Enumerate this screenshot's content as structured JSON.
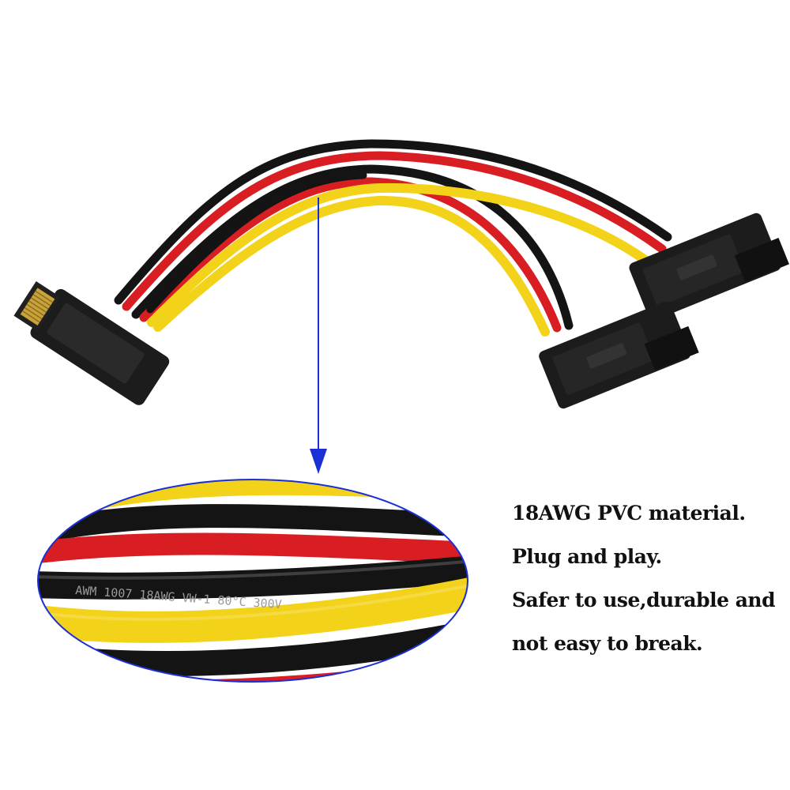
{
  "features": [
    "18AWG PVC material.",
    "Plug and play.",
    "Safer to use,durable and",
    "not easy to break."
  ],
  "cable_print": "AWM  1007  18AWG  VW-1  80°C  300V",
  "colors": {
    "wire_yellow": "#f3d21a",
    "wire_red": "#d81e23",
    "wire_black": "#141414",
    "connector": "#1c1c1c",
    "pins": "#c9a23a",
    "callout": "#1a2fd6"
  }
}
